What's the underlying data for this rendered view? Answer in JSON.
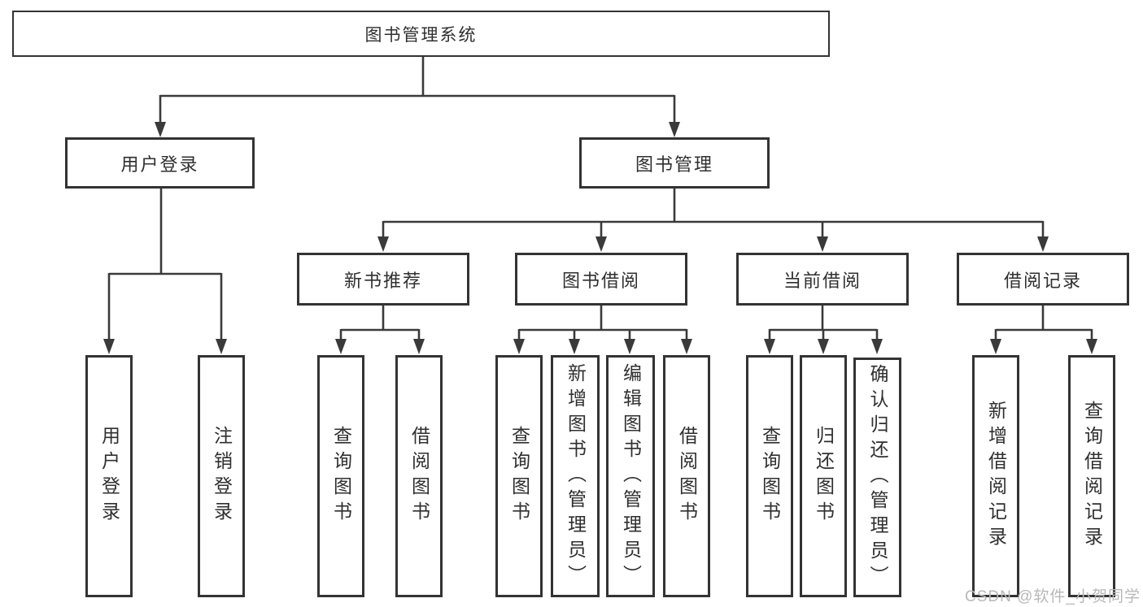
{
  "title": "图书管理系统",
  "tree": {
    "root": {
      "label": "图书管理系统",
      "children": [
        {
          "label": "用户登录",
          "children": [
            {
              "label": "用户登录"
            },
            {
              "label": "注销登录"
            }
          ]
        },
        {
          "label": "图书管理",
          "children": [
            {
              "label": "新书推荐",
              "children": [
                {
                  "label": "查询图书"
                },
                {
                  "label": "借阅图书"
                }
              ]
            },
            {
              "label": "图书借阅",
              "children": [
                {
                  "label": "查询图书"
                },
                {
                  "label": "新增图书（管理员）"
                },
                {
                  "label": "编辑图书（管理员）"
                },
                {
                  "label": "借阅图书"
                }
              ]
            },
            {
              "label": "当前借阅",
              "children": [
                {
                  "label": "查询图书"
                },
                {
                  "label": "归还图书"
                },
                {
                  "label": "确认归还（管理员）"
                }
              ]
            },
            {
              "label": "借阅记录",
              "children": [
                {
                  "label": "新增借阅记录"
                },
                {
                  "label": "查询借阅记录"
                }
              ]
            }
          ]
        }
      ]
    }
  },
  "watermark": {
    "text": "CSDN @软件_小贺同学",
    "color": "#b8b8b8"
  },
  "colors": {
    "line": "#3a3a3a",
    "border": "#333333",
    "text": "#2f2f2f",
    "background": "#ffffff"
  }
}
